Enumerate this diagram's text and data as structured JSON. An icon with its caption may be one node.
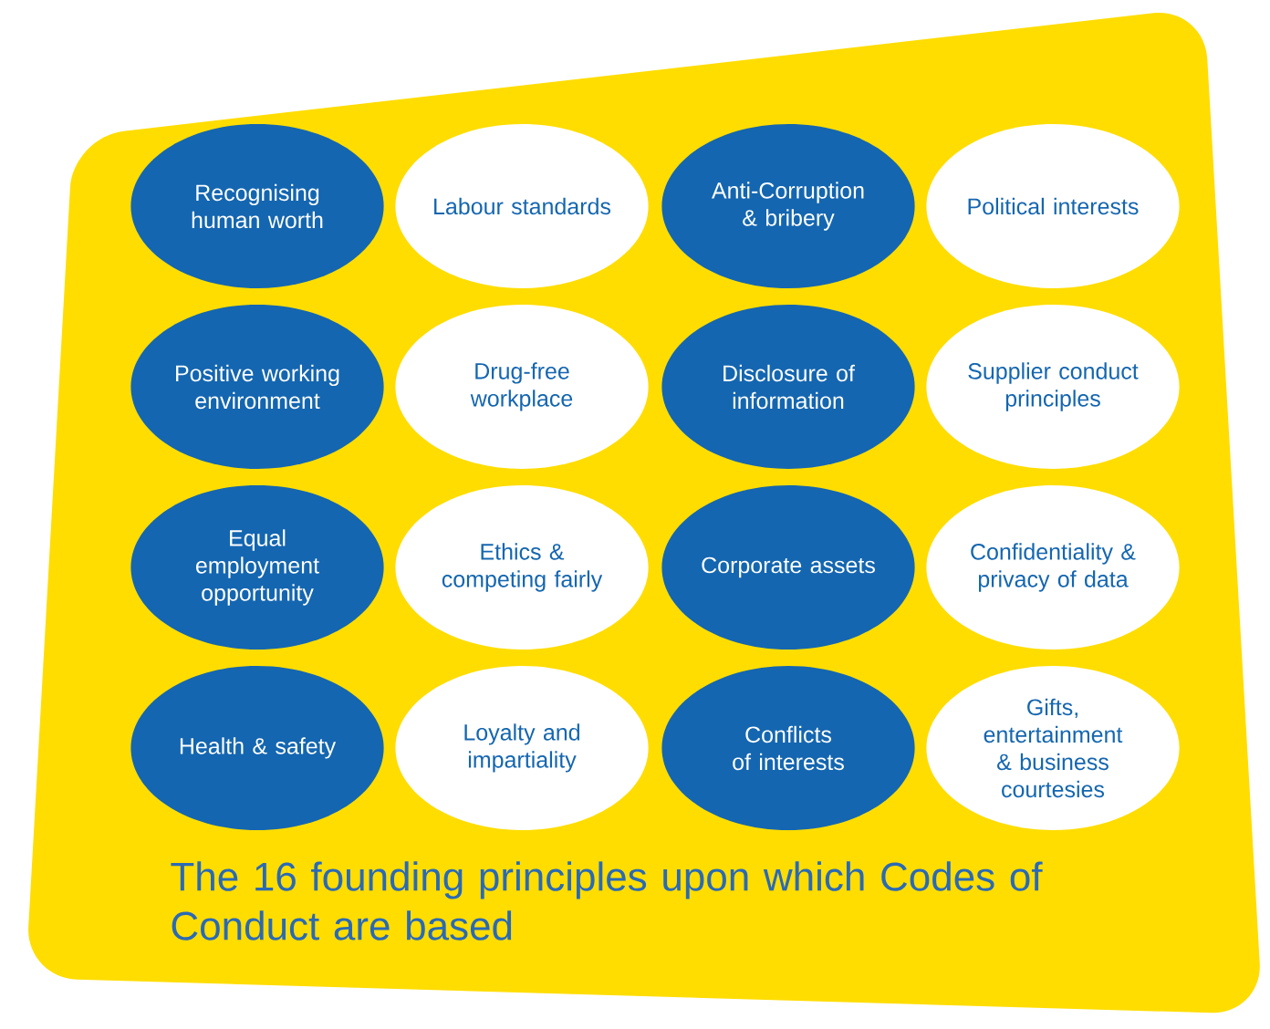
{
  "diagram": {
    "caption": "The 16 founding principles upon which Codes of Conduct are based",
    "nodes": [
      {
        "text": [
          "Recognising human worth"
        ]
      },
      {
        "text": [
          "Labour standards"
        ]
      },
      {
        "text": [
          "Anti-Corruption & bribery"
        ]
      },
      {
        "text": [
          "Political interests"
        ]
      },
      {
        "text": [
          "Positive working environment"
        ]
      },
      {
        "text": [
          "Drug-free workplace"
        ]
      },
      {
        "text": [
          "Disclosure of information"
        ]
      },
      {
        "text": [
          "Supplier conduct principles"
        ]
      },
      {
        "text": [
          "Equal employment opportunity"
        ]
      },
      {
        "text": [
          "Ethics & competing fairly"
        ]
      },
      {
        "text": [
          "Corporate assets"
        ]
      },
      {
        "text": [
          "Confidentiality & privacy of data"
        ]
      },
      {
        "text": [
          "Health & safety"
        ]
      },
      {
        "text": [
          "Loyalty and impartiality"
        ]
      },
      {
        "text": [
          "Conflicts of interests"
        ]
      },
      {
        "text": [
          "Gifts, entertainment & business courtesies"
        ]
      }
    ]
  }
}
